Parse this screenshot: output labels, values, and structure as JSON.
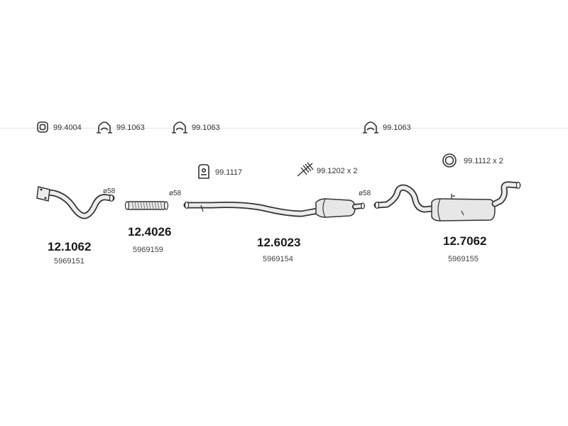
{
  "accessories": [
    {
      "code": "99.4004",
      "icon": "clamp-ring-icon"
    },
    {
      "code": "99.1063",
      "icon": "u-clamp-icon"
    },
    {
      "code": "99.1063",
      "icon": "u-clamp-icon"
    },
    {
      "code": "99.1063",
      "icon": "u-clamp-icon"
    },
    {
      "code": "99.1117",
      "icon": "rubber-mount-icon"
    },
    {
      "code": "99.1202 x 2",
      "icon": "spring-bolt-icon"
    },
    {
      "code": "99.1112 x 2",
      "icon": "sealing-ring-icon"
    }
  ],
  "diameters": [
    "ø58",
    "ø58",
    "ø58"
  ],
  "parts": [
    {
      "number": "12.1062",
      "oem": "5969151"
    },
    {
      "number": "12.4026",
      "oem": "5969159"
    },
    {
      "number": "12.6023",
      "oem": "5969154"
    },
    {
      "number": "12.7062",
      "oem": "5969155"
    }
  ],
  "colors": {
    "line": "#333333",
    "fill": "#e9e9e9"
  }
}
